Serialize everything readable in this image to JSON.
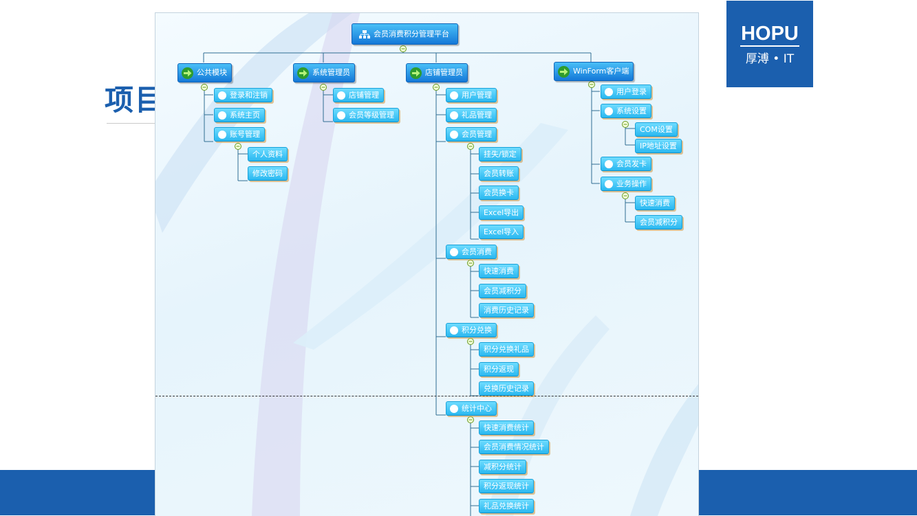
{
  "slide": {
    "title": "项目"
  },
  "logo": {
    "main": "HOPU",
    "sub": "厚溥 • IT"
  },
  "diagram": {
    "root": "会员消费积分管理平台",
    "branches": {
      "public": "公共模块",
      "sysadmin": "系统管理员",
      "shopadmin": "店铺管理员",
      "winform": "WinForm客户端"
    },
    "public": {
      "login": "登录和注销",
      "home": "系统主页",
      "account": "账号管理",
      "profile": "个人资料",
      "password": "修改密码"
    },
    "sysadmin": {
      "shop": "店铺管理",
      "level": "会员等级管理"
    },
    "shopadmin": {
      "user": "用户管理",
      "gift": "礼品管理",
      "member": "会员管理",
      "member_items": [
        "挂失/锁定",
        "会员转账",
        "会员换卡",
        "Excel导出",
        "Excel导入"
      ],
      "consume": "会员消费",
      "consume_items": [
        "快速消费",
        "会员减积分",
        "消费历史记录"
      ],
      "exchange": "积分兑换",
      "exchange_items": [
        "积分兑换礼品",
        "积分返现",
        "兑换历史记录"
      ],
      "stats": "统计中心",
      "stats_items": [
        "快速消费统计",
        "会员消费情况统计",
        "减积分统计",
        "积分返现统计",
        "礼品兑换统计"
      ]
    },
    "winform": {
      "login": "用户登录",
      "settings": "系统设置",
      "com": "COM设置",
      "ip": "IP地址设置",
      "card": "会员发卡",
      "business": "业务操作",
      "quick": "快速消费",
      "deduct": "会员减积分"
    }
  },
  "colors": {
    "brand_blue": "#1b5fae",
    "node_blue": "#2ab8f0",
    "connector": "#2f6d92"
  }
}
